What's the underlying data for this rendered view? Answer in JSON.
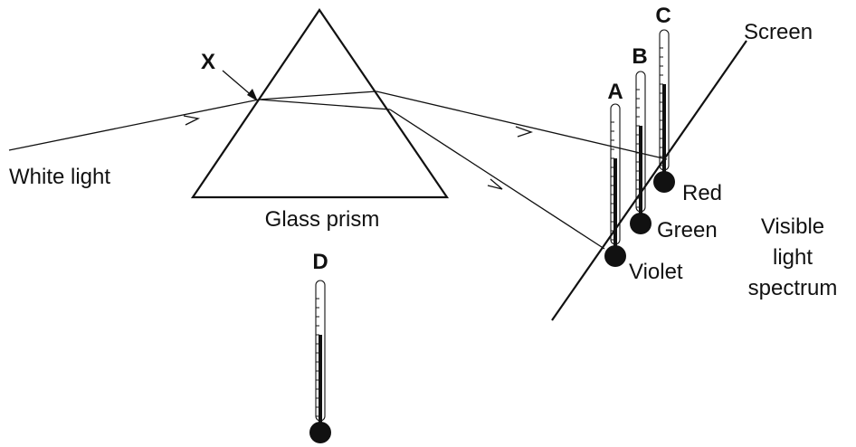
{
  "labels": {
    "white_light": "White light",
    "glass_prism": "Glass prism",
    "screen": "Screen",
    "visible_light_spectrum_line1": "Visible",
    "visible_light_spectrum_line2": "light",
    "visible_light_spectrum_line3": "spectrum",
    "point_x": "X",
    "red": "Red",
    "green": "Green",
    "violet": "Violet"
  },
  "thermometers": [
    {
      "letter": "A"
    },
    {
      "letter": "B"
    },
    {
      "letter": "C"
    },
    {
      "letter": "D"
    }
  ]
}
